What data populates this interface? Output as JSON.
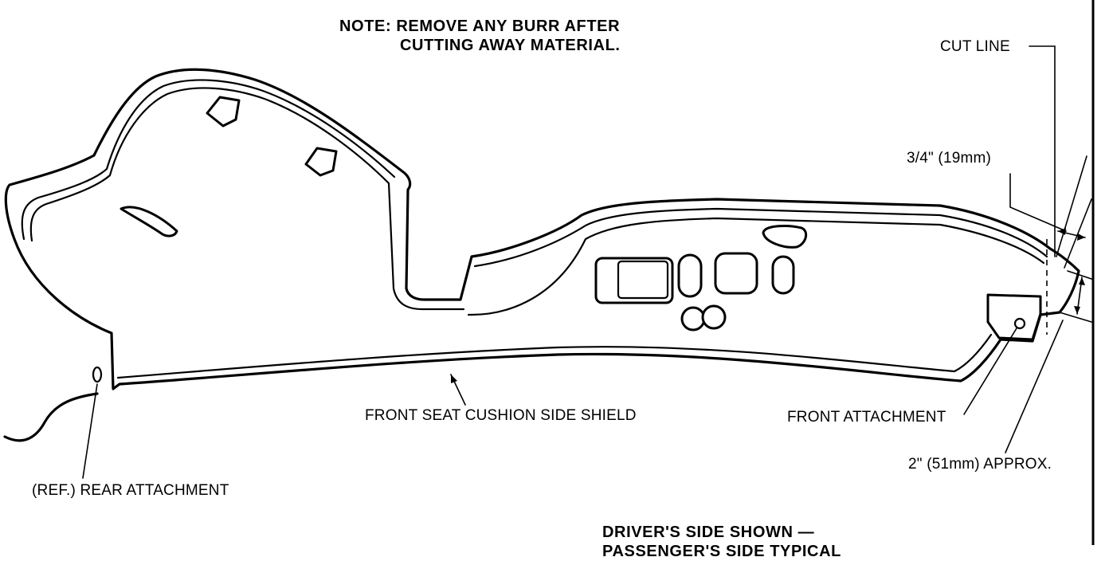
{
  "note": {
    "line1": "NOTE: REMOVE ANY BURR AFTER",
    "line2": "CUTTING AWAY MATERIAL."
  },
  "labels": {
    "cut_line": "CUT LINE",
    "three_quarter": "3/4\" (19mm)",
    "front_seat_shield": "FRONT SEAT CUSHION SIDE SHIELD",
    "front_attachment": "FRONT ATTACHMENT",
    "two_inch": "2\" (51mm) APPROX.",
    "rear_attachment": "(REF.) REAR ATTACHMENT"
  },
  "footer": {
    "line1": "DRIVER'S SIDE SHOWN —",
    "line2": "PASSENGER'S SIDE TYPICAL"
  }
}
